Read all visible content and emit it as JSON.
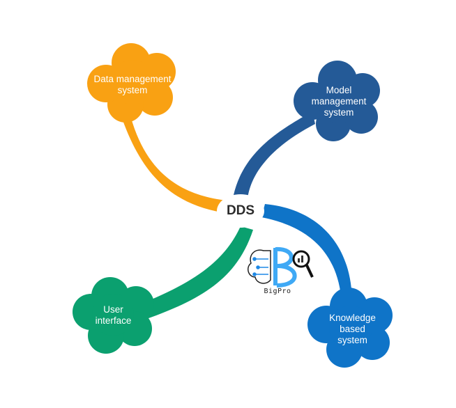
{
  "center": {
    "label": "DDS"
  },
  "nodes": [
    {
      "id": "data",
      "label": "Data management\nsystem",
      "color": "#F9A113"
    },
    {
      "id": "model",
      "label": "Model\nmanagement\nsystem",
      "color": "#245A97"
    },
    {
      "id": "user",
      "label": "User\ninterface",
      "color": "#0BA06F"
    },
    {
      "id": "knowledge",
      "label": "Knowledge\nbased\nsystem",
      "color": "#0F74C8"
    }
  ],
  "logo": {
    "text": "BigPro"
  }
}
